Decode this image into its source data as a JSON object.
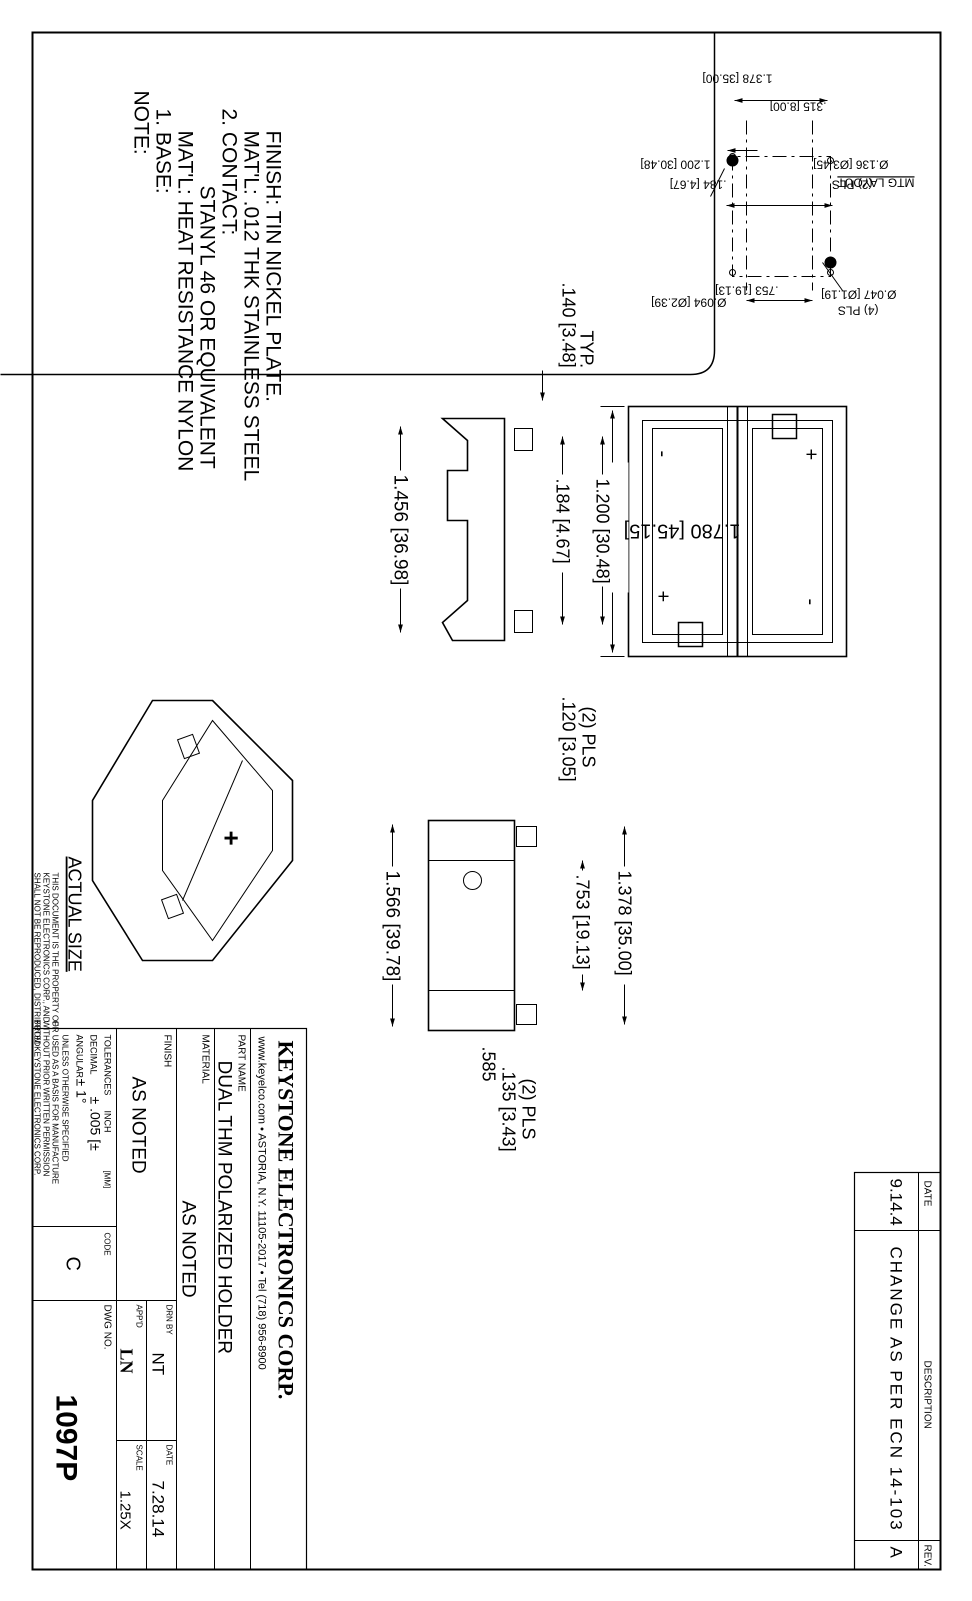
{
  "notes": {
    "title": "NOTE:",
    "lines": [
      "1. BASE:",
      "MAT'L: HEAT RESISTANCE NYLON",
      "STANYL 46 OR EQUIVALENT",
      "2. CONTACT:",
      "MAT'L: .012 THK STAINLESS STEEL",
      "FINISH: TIN NICKEL PLATE."
    ]
  },
  "mtg_layout": {
    "title": "MTG LAYOUT",
    "dims": {
      "width": "1.378 [35.00]",
      "offset": ".315 [8.00]",
      "hole_large": "Ø.136 [Ø3.45]",
      "hole_large_qty": "(2) PLS",
      "pitch_inner": ".184 [4.67]",
      "pitch_outer": "1.200 [30.48]",
      "spacing": ".753 [19.13]",
      "hole_small": "Ø.047 [Ø1.19]",
      "hole_small_qty": "(4) PLS",
      "pad": "Ø.094 [Ø2.39]"
    }
  },
  "top_view": {
    "dims": {
      "length": "1.780 [45.15]",
      "plus": "+",
      "minus": "-"
    }
  },
  "side_view": {
    "dims": {
      "typ": ".140 [3.48]",
      "typ_note": "TYP.",
      "body": "1.456 [36.98]",
      "inner": ".184 [4.67]",
      "pins": "1.200 [30.48]"
    }
  },
  "end_view": {
    "dims": {
      "pin_dia": ".120 [3.05]",
      "pin_qty": "(2) PLS",
      "height": "1.566 [39.78]",
      "spacing": ".753 [19.13]",
      "width": "1.378 [35.00]",
      "offset": ".585",
      "pin2": ".135 [3.43]",
      "pin2_qty": "(2) PLS"
    }
  },
  "iso": {
    "caption": "ACTUAL SIZE",
    "plus": "+"
  },
  "property_note": [
    "THIS DOCUMENT IS THE PROPERTY OF",
    "KEYSTONE ELECTRONICS CORP., AND",
    "SHALL NOT BE REPRODUCED, DISTRIBUTED",
    "OR USED AS A BASIS FOR MANUFACTURE",
    "WITHOUT PRIOR WRITTEN PERMISSION",
    "FROM KEYSTONE ELECTRONICS CORP."
  ],
  "revision": {
    "date_label": "DATE",
    "description_label": "DESCRIPTION",
    "rev_label": "REV.",
    "date": "9.14.4",
    "description": "CHANGE AS PER ECN 14-103",
    "rev": "A"
  },
  "title_block": {
    "company": "KEYSTONE ELECTRONICS CORP.",
    "address": "www.keyelco.com • ASTORIA, N.Y. 11105-2017 • Tel (718) 956-8900",
    "part_name_label": "PART NAME",
    "part_name": "DUAL THM POLARIZED HOLDER",
    "material_label": "MATERIAL",
    "material": "AS NOTED",
    "finish_label": "FINISH",
    "finish": "AS NOTED",
    "drn_by_label": "DRN BY",
    "drn_by": "NT",
    "date_label": "DATE",
    "date": "7.28.14",
    "appd_label": "APP'D",
    "appd": "LN",
    "scale_label": "SCALE",
    "scale": "1.25X",
    "tolerances_label": "TOLERANCES",
    "inch_label": "INCH",
    "mm_label": "[MM]",
    "decimal_label": "DECIMAL",
    "decimal": "± .005 [±",
    "angular_label": "ANGULAR",
    "angular": "± 1°",
    "unless": "UNLESS OTHERWISE SPECIFIED",
    "code_label": "CODE",
    "code": "C",
    "dwg_no_label": "DWG NO.",
    "dwg_no": "1097P"
  }
}
